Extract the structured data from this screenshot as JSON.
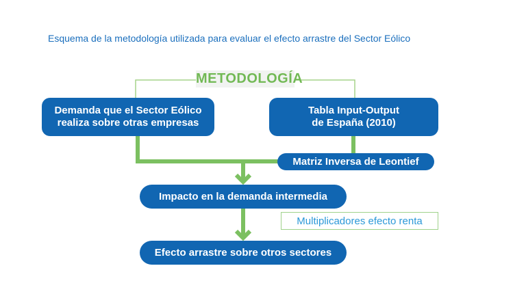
{
  "title": "Esquema de la metodología utilizada para evaluar el efecto arrastre del Sector Eólico",
  "methodology_label": "METODOLOGÍA",
  "boxes": {
    "demand_line1": "Demanda que el Sector Eólico",
    "demand_line2": "realiza sobre otras empresas",
    "table_line1": "Tabla Input-Output",
    "table_line2": "de España (2010)",
    "leontief": "Matriz Inversa de Leontief",
    "impact": "Impacto en la demanda intermedia",
    "multipliers": "Multiplicadores efecto renta",
    "drag_effect": "Efecto arrastre sobre otros sectores"
  },
  "colors": {
    "blue": "#1166b2",
    "green": "#7cc061",
    "light_green": "#a5d48a",
    "title_blue": "#1b6fbd"
  }
}
